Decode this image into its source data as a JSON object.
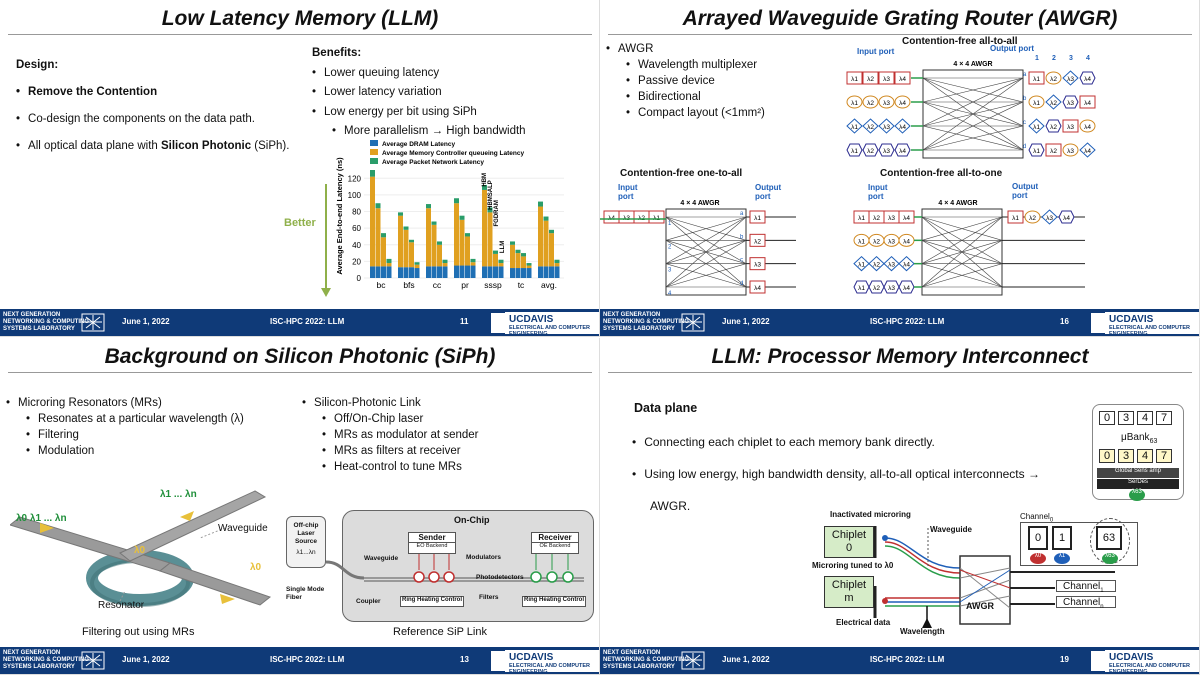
{
  "footer_common": {
    "lab": [
      "NEXT GENERATION",
      "NETWORKING & COMPUTING",
      "SYSTEMS LABORATORY"
    ],
    "date": "June 1, 2022",
    "conference": "ISC-HPC 2022: LLM",
    "university": "UCDAVIS",
    "department": [
      "ELECTRICAL AND COMPUTER",
      "ENGINEERING"
    ]
  },
  "slide1": {
    "title": "Low Latency Memory (LLM)",
    "page": "11",
    "design_heading": "Design:",
    "design_items": [
      "Remove the Contention",
      "Co-design the components on the data path.",
      "All optical data plane with ",
      "Silicon Photonic",
      " (SiPh)."
    ],
    "benefits_heading": "Benefits:",
    "benefits": [
      "Lower queuing latency",
      "Lower latency variation",
      "Low energy per bit using SiPh"
    ],
    "benefit_sub": "More parallelism → High bandwidth",
    "better_label": "Better"
  },
  "chart_data": {
    "type": "bar",
    "stacked": true,
    "ylabel": "Average End-to-end Latency (ns)",
    "ylim": [
      0,
      130
    ],
    "yticks": [
      0,
      20,
      40,
      60,
      80,
      100,
      120
    ],
    "categories": [
      "bc",
      "bfs",
      "cc",
      "pr",
      "sssp",
      "tc",
      "avg."
    ],
    "legend": [
      "Average DRAM Latency",
      "Average Memory Controller queueing Latency",
      "Average Packet  Network Latency"
    ],
    "legend_position": "top",
    "bar_labels": [
      "HBM",
      "HBMSALP",
      "FGDRAM",
      "LLM"
    ],
    "colors": {
      "dram": "#1f6fb4",
      "queue": "#e0a020",
      "network": "#2a9d6a"
    },
    "series": [
      {
        "name": "Average DRAM Latency",
        "values": [
          [
            14,
            14,
            14,
            14
          ],
          [
            13,
            13,
            13,
            12
          ],
          [
            14,
            14,
            14,
            14
          ],
          [
            15,
            15,
            15,
            15
          ],
          [
            14,
            14,
            14,
            14
          ],
          [
            12,
            12,
            12,
            12
          ],
          [
            14,
            14,
            14,
            14
          ]
        ]
      },
      {
        "name": "Average Memory Controller queueing Latency",
        "values": [
          [
            108,
            70,
            35,
            4
          ],
          [
            62,
            45,
            30,
            4
          ],
          [
            70,
            50,
            26,
            4
          ],
          [
            75,
            55,
            35,
            4
          ],
          [
            92,
            65,
            15,
            4
          ],
          [
            28,
            18,
            14,
            3
          ],
          [
            72,
            55,
            40,
            4
          ]
        ]
      },
      {
        "name": "Average Packet  Network Latency",
        "values": [
          [
            8,
            6,
            5,
            5
          ],
          [
            4,
            4,
            3,
            3
          ],
          [
            5,
            4,
            4,
            4
          ],
          [
            6,
            5,
            4,
            4
          ],
          [
            6,
            6,
            4,
            4
          ],
          [
            4,
            4,
            4,
            3
          ],
          [
            6,
            5,
            4,
            4
          ]
        ]
      }
    ]
  },
  "slide2": {
    "title": "Arrayed Waveguide Grating Router (AWGR)",
    "page": "16",
    "bullet_main": "AWGR",
    "bullets": [
      "Wavelength multiplexer",
      "Passive device",
      "Bidirectional",
      "Compact layout (<1mm²)"
    ],
    "diagram_all_to_all": "Contention-free all-to-all",
    "diagram_one_to_all": "Contention-free one-to-all",
    "diagram_all_to_one": "Contention-free all-to-one",
    "input_port": "Input port",
    "output_port": "Output port",
    "awgr_label": "4 × 4 AWGR",
    "port_numbers": [
      "1",
      "2",
      "3",
      "4"
    ],
    "port_letters": [
      "a",
      "b",
      "c",
      "d"
    ],
    "lambdas": [
      "λ1",
      "λ2",
      "λ3",
      "λ4"
    ],
    "lambdas_rev": [
      "λ4",
      "λ3",
      "λ2",
      "λ1"
    ]
  },
  "slide3": {
    "title": "Background on Silicon Photonic (SiPh)",
    "page": "13",
    "col1_main": "Microring Resonators (MRs)",
    "col1_items": [
      "Resonates at a particular wavelength (λ)",
      "Filtering",
      "Modulation"
    ],
    "col2_main": "Silicon-Photonic Link",
    "col2_items": [
      "Off/On-Chip laser",
      "MRs as modulator at sender",
      "MRs as filters at receiver",
      "Heat-control to tune MRs"
    ],
    "mr_labels": {
      "waveguide": "Waveguide",
      "resonator": "Resonator",
      "l0": "λ0",
      "lrange_left": "λ0 λ1 ... λn",
      "lrange_top": "λ1 ... λn",
      "l0_out": "λ0"
    },
    "caption_left": "Filtering out using MRs",
    "caption_right": "Reference SiP Link",
    "link": {
      "onchip": "On-Chip",
      "offchip": [
        "Off-chip",
        "Laser",
        "Source"
      ],
      "lambda_range": "λ1...λn",
      "smf": [
        "Single Mode",
        "Fiber"
      ],
      "sender": "Sender",
      "eo": "EO Backend",
      "receiver": "Receiver",
      "oe": "OE Backend",
      "waveguide": "Waveguide",
      "modulators": "Modulators",
      "photodetectors": "Photodetectors",
      "filters": "Filters",
      "coupler": "Coupler",
      "ring_heat": "Ring Heating Control"
    }
  },
  "slide4": {
    "title": "LLM: Processor Memory Interconnect",
    "page": "19",
    "heading": "Data plane",
    "bullets": [
      "Connecting each chiplet to each memory bank directly.",
      "Using low energy, high bandwidth density, all-to-all optical interconnects →"
    ],
    "bullet_cont": "AWGR.",
    "diagram": {
      "bank_digits": [
        "0",
        "3",
        "4",
        "7"
      ],
      "ubank": "μBank",
      "ubank_sub": "63",
      "global_sense": "Global Sens amp",
      "serdes": "SerDes",
      "badge63": "λ63",
      "inactivated": "Inactivated microring",
      "waveguide": "Waveguide",
      "chiplet0": [
        "Chiplet",
        "0"
      ],
      "chipletm": [
        "Chiplet",
        "m"
      ],
      "tuned": "Microring tuned to λ0",
      "awgr": "AWGR",
      "electrical": "Electrical data",
      "wavelength": "Wavelength",
      "channel0": "Channel",
      "channel0_sub": "0",
      "channel1": "Channel",
      "channel1_sub": "1",
      "channeln": "Channel",
      "channeln_sub": "n",
      "bank_ids": [
        "0",
        "1",
        "63"
      ],
      "bank_badges": [
        "λ0",
        "λ1",
        "λ63"
      ]
    }
  }
}
